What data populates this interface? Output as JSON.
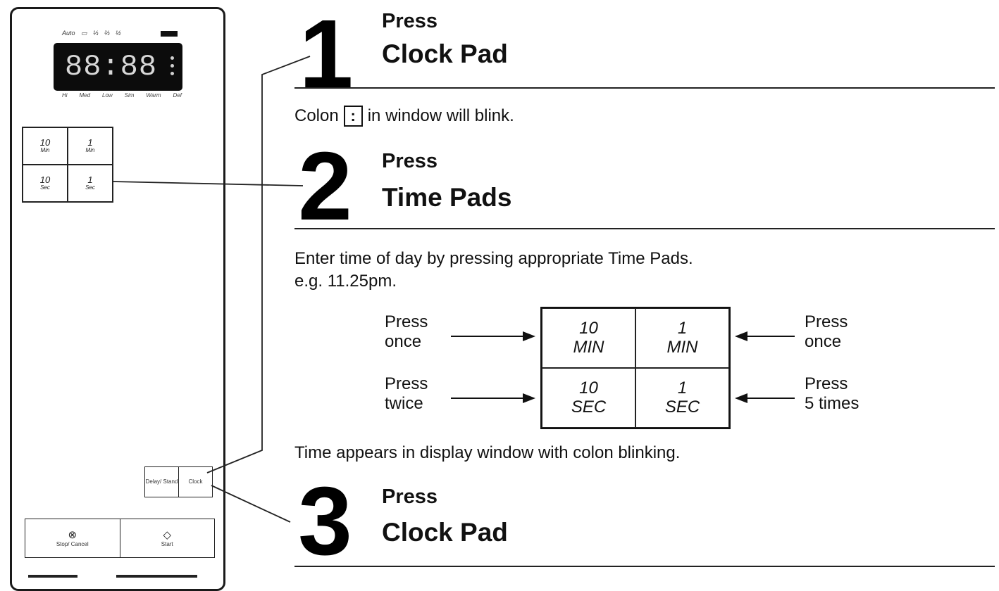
{
  "panel": {
    "indicators": [
      "Auto",
      "▭",
      "⅓",
      "⅔",
      "½"
    ],
    "display_digits": "88:88",
    "display_labels": [
      "Hi",
      "Med",
      "Low",
      "Sim",
      "Warm",
      "Def"
    ],
    "pads": [
      {
        "value": "10",
        "unit": "Min"
      },
      {
        "value": "1",
        "unit": "Min"
      },
      {
        "value": "10",
        "unit": "Sec"
      },
      {
        "value": "1",
        "unit": "Sec"
      }
    ],
    "small_buttons": [
      "Delay/ Stand",
      "Clock"
    ],
    "big_buttons": [
      {
        "icon": "stop-cancel-icon",
        "label": "Stop/ Cancel"
      },
      {
        "icon": "start-icon",
        "label": "Start"
      }
    ]
  },
  "steps": [
    {
      "number": "1",
      "verb": "Press",
      "object": "Clock Pad"
    },
    {
      "number": "2",
      "verb": "Press",
      "object": "Time Pads"
    },
    {
      "number": "3",
      "verb": "Press",
      "object": "Clock Pad"
    }
  ],
  "step1_note": {
    "before": "Colon",
    "symbol": ":",
    "after": "in window will blink."
  },
  "step2_note": {
    "line1": "Enter time of day by pressing appropriate Time Pads.",
    "line2": "e.g. 11.25pm."
  },
  "pad_diagram": {
    "cells": [
      {
        "value": "10",
        "unit": "MIN"
      },
      {
        "value": "1",
        "unit": "MIN"
      },
      {
        "value": "10",
        "unit": "SEC"
      },
      {
        "value": "1",
        "unit": "SEC"
      }
    ],
    "left_labels": [
      {
        "line1": "Press",
        "line2": "once"
      },
      {
        "line1": "Press",
        "line2": "twice"
      }
    ],
    "right_labels": [
      {
        "line1": "Press",
        "line2": "once"
      },
      {
        "line1": "Press",
        "line2": "5 times"
      }
    ]
  },
  "step2_result": "Time appears in display window with colon blinking."
}
